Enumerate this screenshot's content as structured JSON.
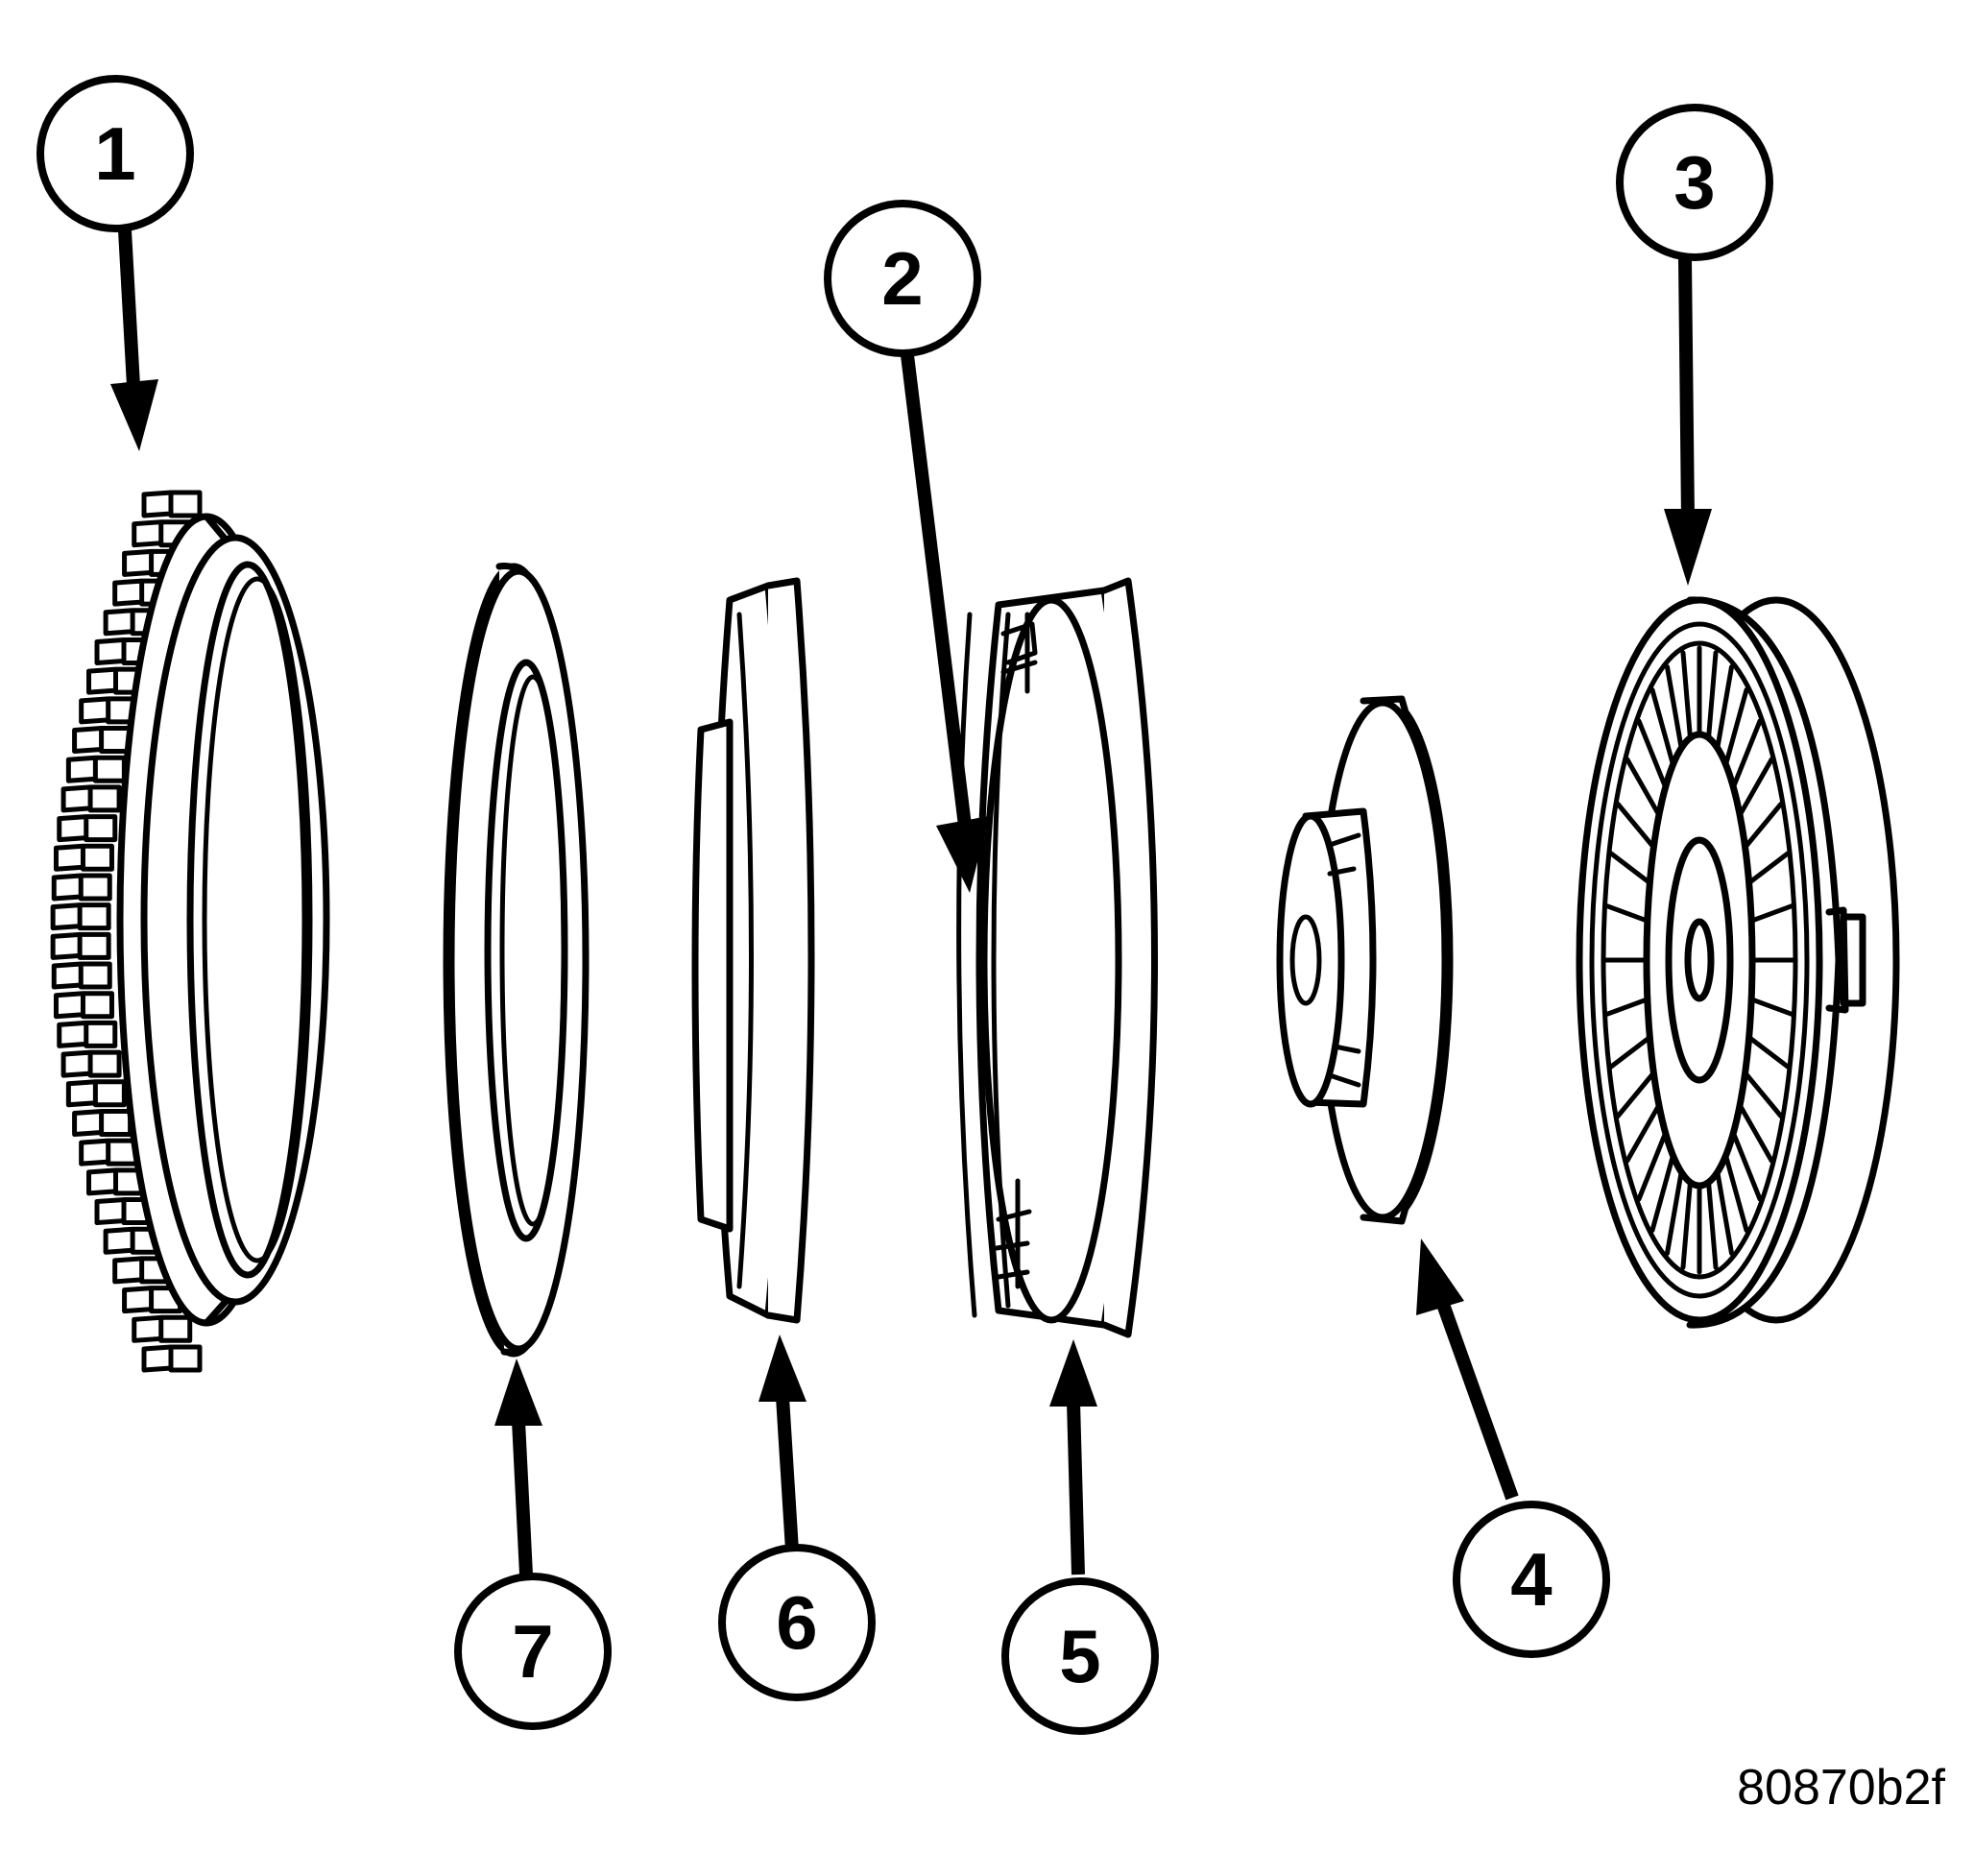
{
  "callouts": [
    {
      "id": "1",
      "label": "1"
    },
    {
      "id": "2",
      "label": "2"
    },
    {
      "id": "3",
      "label": "3"
    },
    {
      "id": "4",
      "label": "4"
    },
    {
      "id": "5",
      "label": "5"
    },
    {
      "id": "6",
      "label": "6"
    },
    {
      "id": "7",
      "label": "7"
    }
  ],
  "reference_code": "80870b2f"
}
